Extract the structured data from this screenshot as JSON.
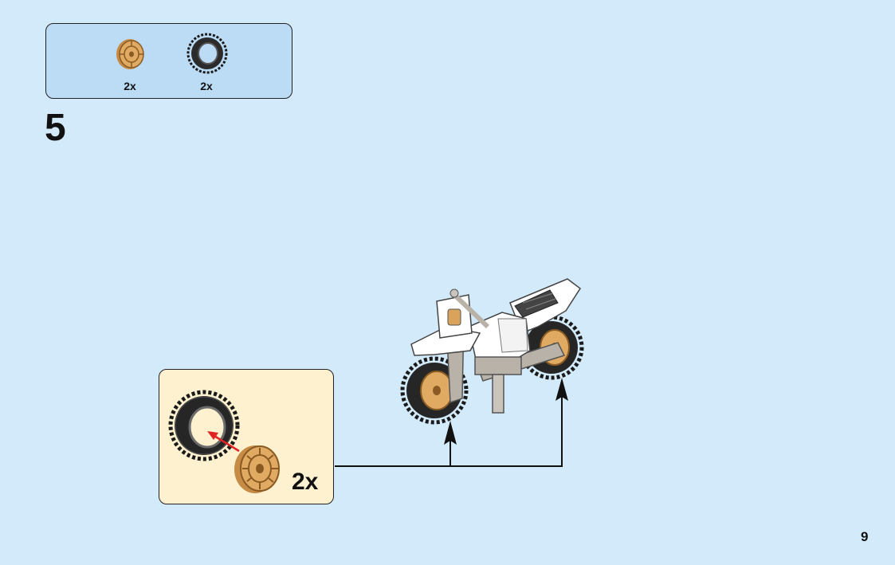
{
  "parts_list": {
    "items": [
      {
        "icon": "wheel-rim-icon",
        "color": "#d9a35b",
        "qty": "2x"
      },
      {
        "icon": "tire-icon",
        "color": "#1a1a1a",
        "qty": "2x"
      }
    ]
  },
  "step": {
    "number": "5"
  },
  "sub_assembly": {
    "qty": "2x"
  },
  "page": {
    "number": "9"
  },
  "colors": {
    "background": "#d3eafa",
    "parts_panel": "#bcdcf6",
    "sub_assembly_panel": "#fdf1cf",
    "rim": "#d9a35b",
    "tire": "#1a1a1a",
    "assembly_arrow": "#e02424",
    "bike_body": "#ffffff",
    "bike_frame": "#b9b2a8"
  }
}
